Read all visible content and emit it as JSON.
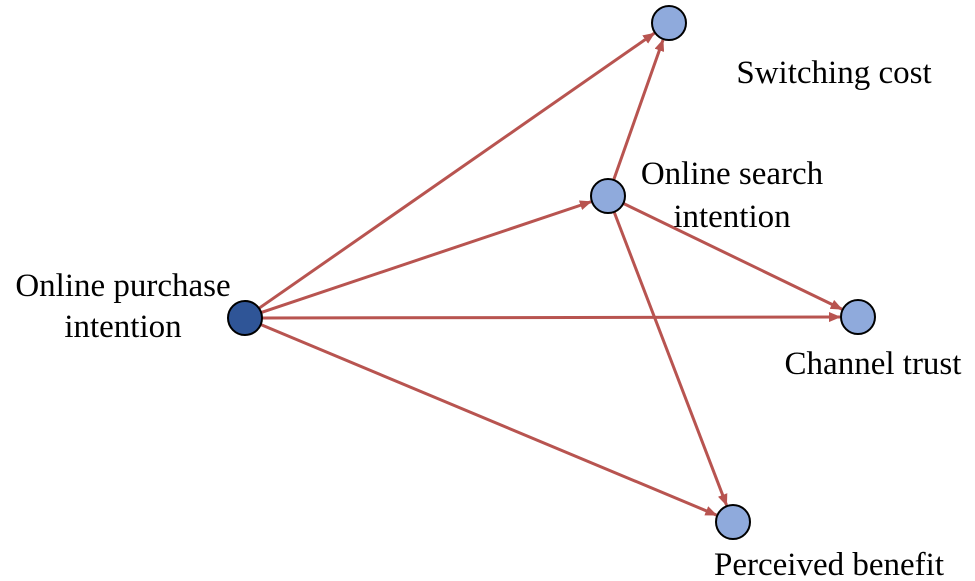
{
  "colors": {
    "edge": "#B85450",
    "source_node_fill": "#2F5597",
    "target_node_fill": "#8FAADC",
    "node_stroke": "#000000",
    "label_text": "#000000"
  },
  "nodes": [
    {
      "id": "online-purchase-intention",
      "label_lines": [
        "Online purchase",
        "intention"
      ],
      "role": "source"
    },
    {
      "id": "switching-cost",
      "label_lines": [
        "Switching cost"
      ],
      "role": "target"
    },
    {
      "id": "online-search-intention",
      "label_lines": [
        "Online search",
        "intention"
      ],
      "role": "target"
    },
    {
      "id": "channel-trust",
      "label_lines": [
        "Channel trust"
      ],
      "role": "target"
    },
    {
      "id": "perceived-benefit",
      "label_lines": [
        "Perceived benefit"
      ],
      "role": "target"
    }
  ],
  "edges": [
    {
      "from": "online-purchase-intention",
      "to": "switching-cost"
    },
    {
      "from": "online-purchase-intention",
      "to": "online-search-intention"
    },
    {
      "from": "online-purchase-intention",
      "to": "channel-trust"
    },
    {
      "from": "online-purchase-intention",
      "to": "perceived-benefit"
    },
    {
      "from": "online-search-intention",
      "to": "switching-cost"
    },
    {
      "from": "online-search-intention",
      "to": "channel-trust"
    },
    {
      "from": "online-search-intention",
      "to": "perceived-benefit"
    }
  ]
}
